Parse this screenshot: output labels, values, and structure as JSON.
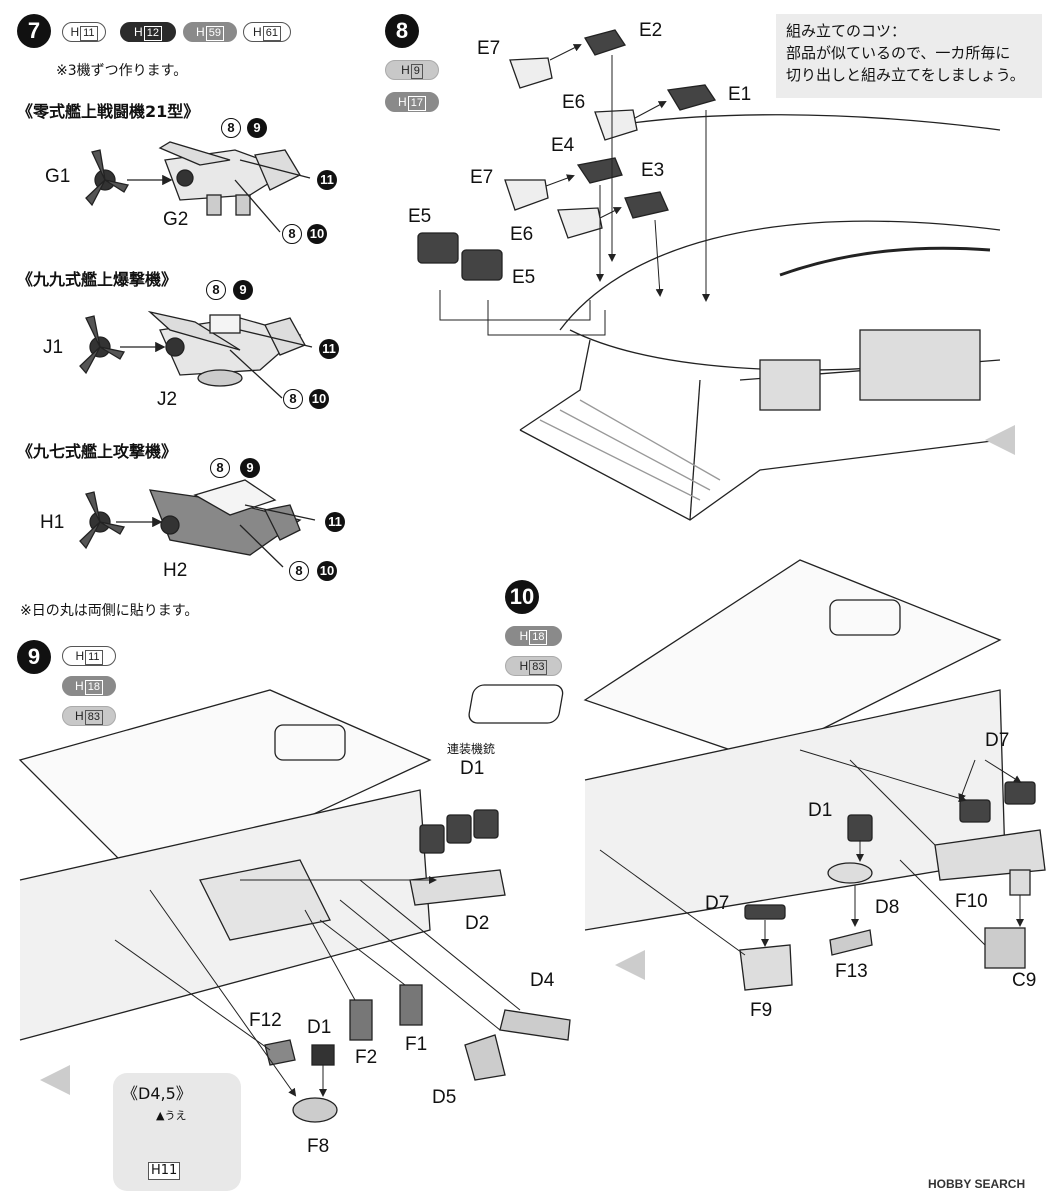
{
  "step7": {
    "number": "7",
    "paints": [
      "H11",
      "H12",
      "H59",
      "H61"
    ],
    "note": "※3機ずつ作ります。",
    "aircraft": [
      {
        "title": "《零式艦上戦闘機21型》",
        "prop": "G1",
        "body": "G2"
      },
      {
        "title": "《九九式艦上爆撃機》",
        "prop": "J1",
        "body": "J2"
      },
      {
        "title": "《九七式艦上攻撃機》",
        "prop": "H1",
        "body": "H2"
      }
    ],
    "callouts": {
      "a": "8",
      "b": "9",
      "c": "11",
      "d": "10"
    },
    "footnote": "※日の丸は両側に貼ります。"
  },
  "step8": {
    "number": "8",
    "paints": [
      "H9",
      "H17"
    ],
    "parts": [
      "E7",
      "E2",
      "E6",
      "E1",
      "E4",
      "E7",
      "E3",
      "E5",
      "E6",
      "E5"
    ]
  },
  "tip": {
    "line1": "組み立てのコツ：",
    "line2": "部品が似ているので、一カ所毎に",
    "line3": "切り出しと組み立てをしましょう。"
  },
  "step9": {
    "number": "9",
    "paints": [
      "H11",
      "H18",
      "H83"
    ],
    "gun_caption": "連装機銃",
    "parts": [
      "D1",
      "D2",
      "D4",
      "F12",
      "D1",
      "F2",
      "F1",
      "D5",
      "F8"
    ],
    "d45_title": "《D4,5》",
    "d45_up": "▲うえ",
    "d45_paint": "H11"
  },
  "step10": {
    "number": "10",
    "paints": [
      "H18",
      "H83"
    ],
    "parts": [
      "D7",
      "D1",
      "D8",
      "D7",
      "F10",
      "F13",
      "F9",
      "C9"
    ]
  },
  "watermark": "HOBBY SEARCH",
  "colors": {
    "dark": "#2b2b2b",
    "mid": "#8a8a8a",
    "light": "#c8c8c8",
    "tipbg": "#ececec"
  }
}
